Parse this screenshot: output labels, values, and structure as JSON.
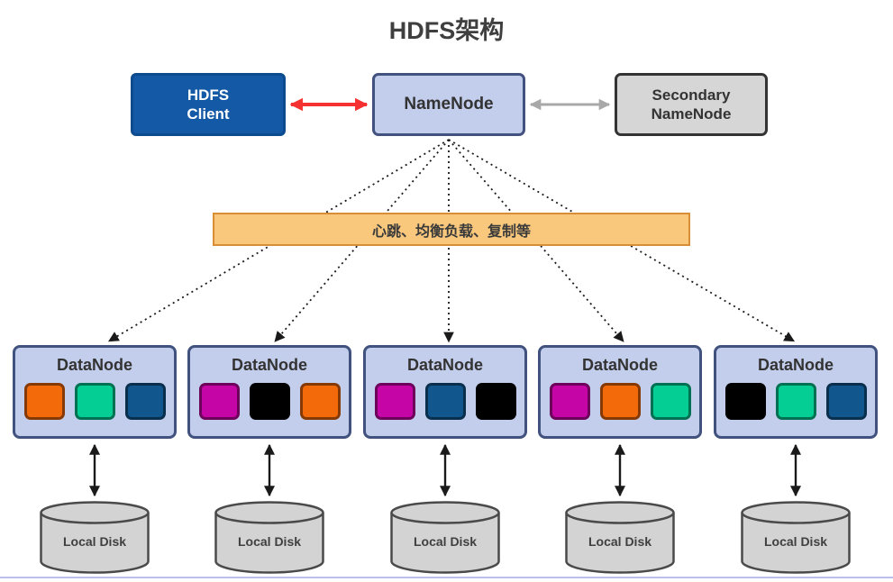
{
  "title": "HDFS架构",
  "colors": {
    "title_text": "#3F3F3F",
    "client_fill": "#1459A5",
    "client_border": "#0D4B90",
    "client_text": "#FFFFFF",
    "node_fill": "#C3CDEC",
    "node_border": "#40527D",
    "node_text": "#333333",
    "secondary_fill": "#D6D6D6",
    "secondary_border": "#333333",
    "red_arrow": "#F53131",
    "gray_arrow": "#A8A8A8",
    "black_arrow": "#1A1A1A",
    "dotted_line": "#1A1A1A",
    "banner_fill": "#F9C87D",
    "banner_border": "#D98E35",
    "banner_text": "#3A3A3A",
    "disk_fill": "#D3D3D3",
    "disk_border": "#4A4A4A",
    "disk_text": "#3F3F3F",
    "bottom_rule": "#BCBFEC"
  },
  "nodes": {
    "client": {
      "label_line1": "HDFS",
      "label_line2": "Client"
    },
    "namenode": {
      "label": "NameNode"
    },
    "secondary": {
      "label_line1": "Secondary",
      "label_line2": "NameNode"
    }
  },
  "banner": {
    "label": "心跳、均衡负载、复制等"
  },
  "datanodes": [
    {
      "label": "DataNode",
      "blocks": [
        "#F26A0A",
        "#04CE94",
        "#11568D"
      ]
    },
    {
      "label": "DataNode",
      "blocks": [
        "#C505A5",
        "#000000",
        "#F26A0A"
      ]
    },
    {
      "label": "DataNode",
      "blocks": [
        "#C505A5",
        "#11568D",
        "#000000"
      ]
    },
    {
      "label": "DataNode",
      "blocks": [
        "#C505A5",
        "#F26A0A",
        "#04CE94"
      ]
    },
    {
      "label": "DataNode",
      "blocks": [
        "#000000",
        "#04CE94",
        "#11568D"
      ]
    }
  ],
  "disks": [
    {
      "label": "Local Disk"
    },
    {
      "label": "Local Disk"
    },
    {
      "label": "Local Disk"
    },
    {
      "label": "Local Disk"
    },
    {
      "label": "Local Disk"
    }
  ]
}
